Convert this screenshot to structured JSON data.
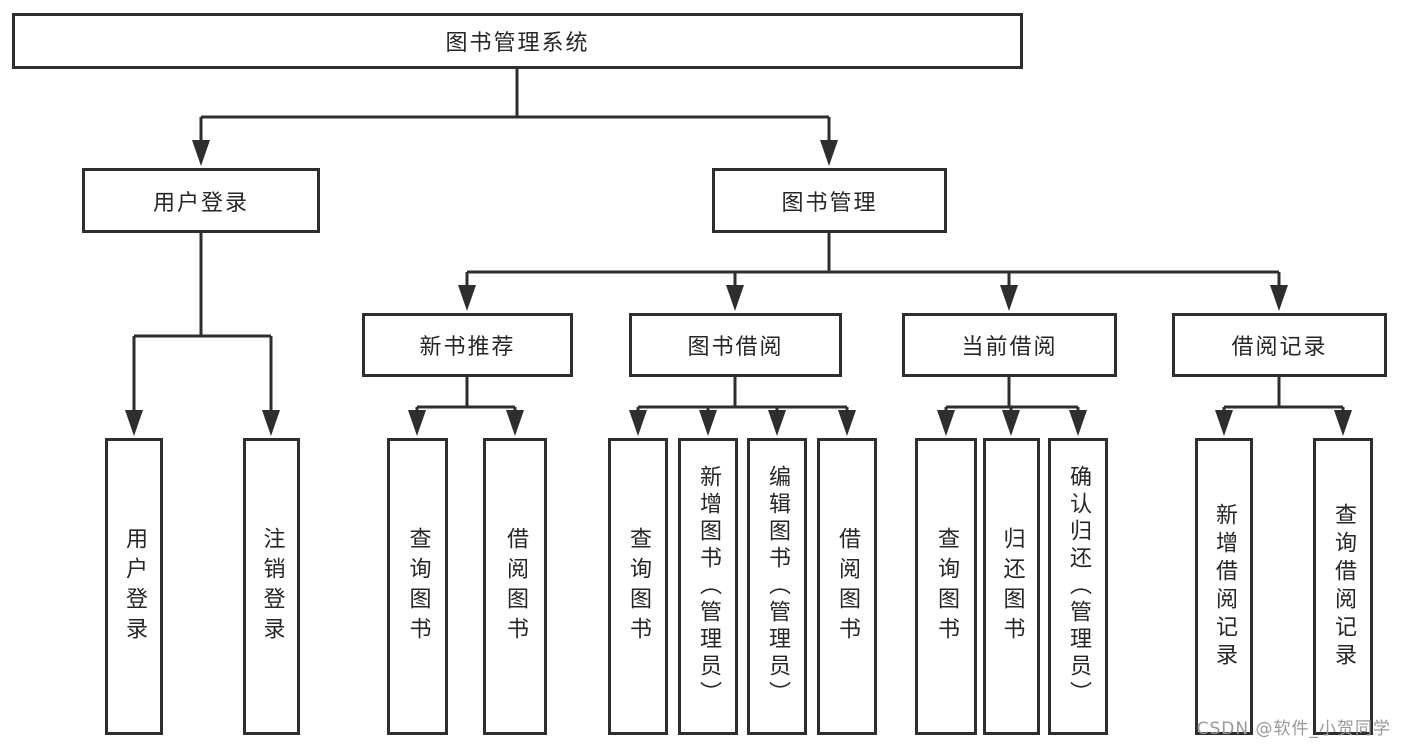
{
  "tree": {
    "root": {
      "label": "图书管理系统"
    },
    "branches": [
      {
        "label": "用户登录",
        "leaves": [
          "用户登录",
          "注销登录"
        ]
      },
      {
        "label": "图书管理",
        "sections": [
          {
            "label": "新书推荐",
            "leaves": [
              "查询图书",
              "借阅图书"
            ]
          },
          {
            "label": "图书借阅",
            "leaves": [
              "查询图书",
              "新增图书（管理员）",
              "编辑图书（管理员）",
              "借阅图书"
            ]
          },
          {
            "label": "当前借阅",
            "leaves": [
              "查询图书",
              "归还图书",
              "确认归还（管理员）"
            ]
          },
          {
            "label": "借阅记录",
            "leaves": [
              "新增借阅记录",
              "查询借阅记录"
            ]
          }
        ]
      }
    ]
  },
  "watermark": {
    "text": "CSDN @软件_小贺同学",
    "color": "#999999"
  },
  "colors": {
    "line": "#2e2e2e",
    "box_border": "#2e2e2e",
    "background": "#ffffff",
    "text": "#262626"
  }
}
